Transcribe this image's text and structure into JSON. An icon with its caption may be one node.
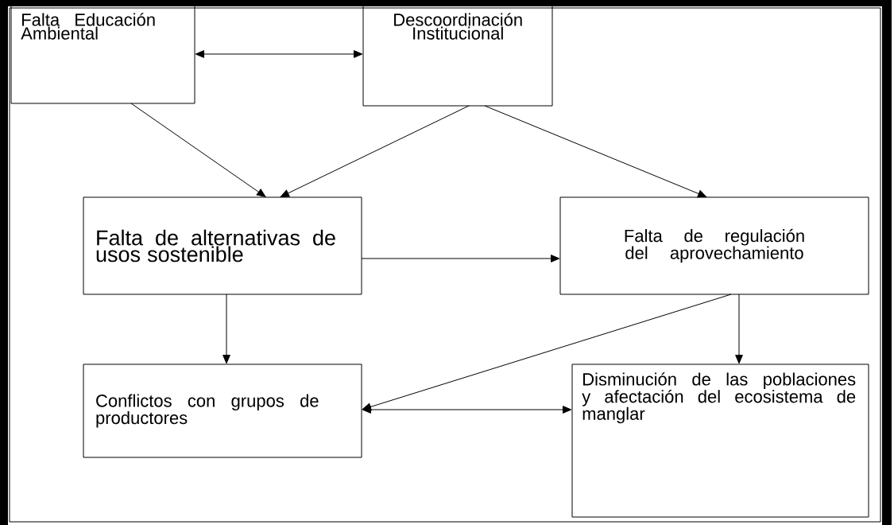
{
  "diagram": {
    "nodes": [
      {
        "text": [
          "Falta Educación Ambiental"
        ]
      },
      {
        "text": [
          "Descoordinación Institucional"
        ]
      },
      {
        "text": [
          "Falta de alternativas de usos sostenible"
        ]
      },
      {
        "text": [
          "Falta de regulación del aprovechamiento"
        ]
      },
      {
        "text": [
          "Conflictos con grupos de productores"
        ]
      },
      {
        "text": [
          "Disminución de las poblaciones y afectación del ecosistema de manglar"
        ]
      }
    ],
    "edges": [
      {
        "from": 0,
        "to": 1,
        "arrow": "both"
      },
      {
        "from": 0,
        "to": 2,
        "arrow": "to"
      },
      {
        "from": 1,
        "to": 2,
        "arrow": "to"
      },
      {
        "from": 1,
        "to": 3,
        "arrow": "to"
      },
      {
        "from": 2,
        "to": 3,
        "arrow": "to"
      },
      {
        "from": 2,
        "to": 4,
        "arrow": "to"
      },
      {
        "from": 3,
        "to": 4,
        "arrow": "to"
      },
      {
        "from": 3,
        "to": 5,
        "arrow": "to"
      },
      {
        "from": 4,
        "to": 5,
        "arrow": "both"
      }
    ]
  }
}
